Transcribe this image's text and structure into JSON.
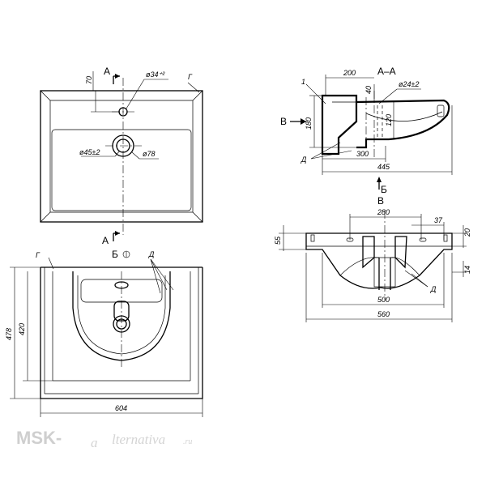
{
  "top_view": {
    "dim_70": "70",
    "section_a": "А",
    "hole_34": "ø34⁺²",
    "label_g": "Г",
    "drain_45": "ø45±2",
    "drain_78": "ø78",
    "section_a_bottom": "А"
  },
  "front_view": {
    "view_b_arrow": "Б",
    "label_g": "Г",
    "label_d": "Д",
    "dim_478": "478",
    "dim_420": "420",
    "dim_604": "604"
  },
  "section_aa": {
    "title": "А–А",
    "dim_200": "200",
    "dim_40": "40",
    "hole_24": "ø24±2",
    "label_1": "1",
    "view_v_arrow": "В",
    "dim_180": "180",
    "dim_120": "120",
    "label_d": "Д",
    "dim_300": "300",
    "dim_445": "445",
    "view_b_arrow": "Б"
  },
  "view_v": {
    "title": "В",
    "dim_280": "280",
    "dim_37": "37",
    "dim_55": "55",
    "dim_20": "20",
    "dim_14": "14",
    "label_d": "Д",
    "dim_500": "500",
    "dim_560": "560"
  },
  "watermark": {
    "brand_left": "MSK-",
    "brand_mark": "a",
    "brand_right": "lternativa",
    "brand_suffix": ".ru"
  }
}
